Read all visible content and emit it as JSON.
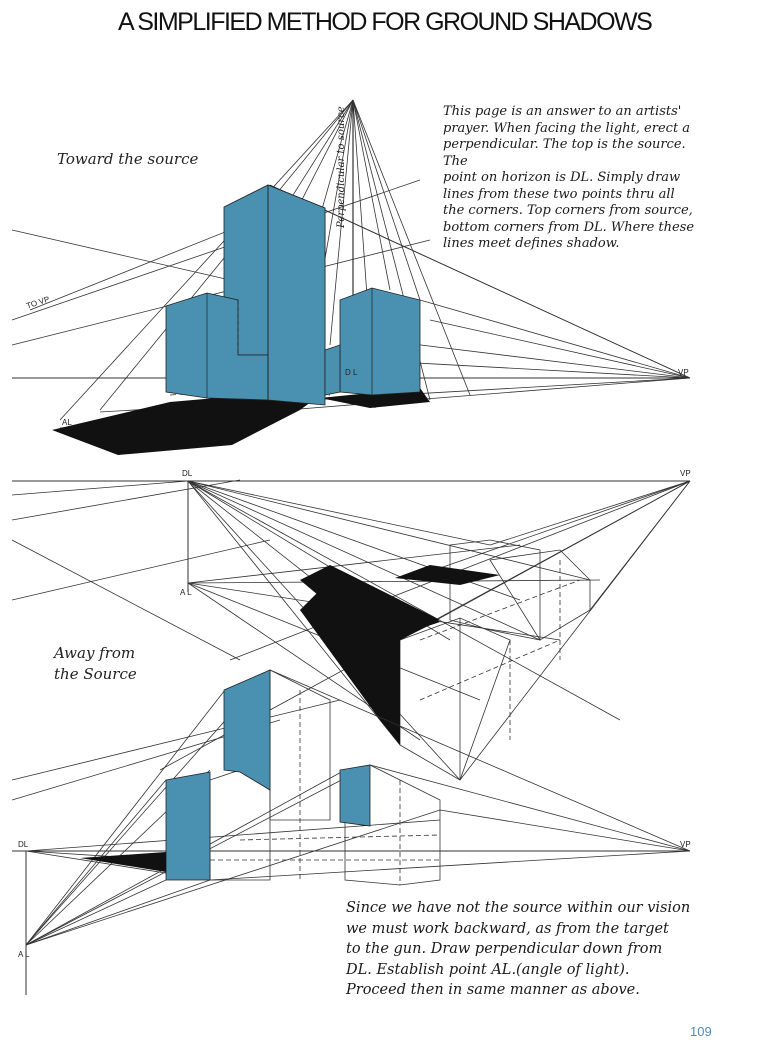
{
  "page": {
    "title": "A SIMPLIFIED METHOD FOR GROUND SHADOWS",
    "page_number": "109"
  },
  "top_figure": {
    "caption": "Toward the source",
    "vertical_label": "Perpendicular to source",
    "note": "This page is an answer to an artists'\nprayer. When facing the light, erect a\nperpendicular. The top is the source. The\npoint on horizon is DL. Simply draw\nlines from these two points thru all\nthe corners. Top corners from source,\nbottom corners from DL. Where these\nlines meet defines shadow.",
    "labels": {
      "to_vp": "TO VP",
      "dl": "D L",
      "al": "AL",
      "vp": "VP"
    }
  },
  "bottom_figure": {
    "caption": "Away from\nthe Source",
    "note": "Since we have not the source within our vision\nwe must work backward, as from the target\nto the gun. Draw perpendicular down from\nDL. Establish point AL.(angle of light).\nProceed then in same manner as above.",
    "labels": {
      "dl_upper": "DL",
      "vp_upper": "VP",
      "al_upper": "A L",
      "dl_lower": "DL",
      "vp_lower": "VP",
      "al_lower": "A L"
    }
  },
  "colors": {
    "fill_blue": "#4a90b0",
    "shadow": "#111111",
    "line": "#333333",
    "page_number": "#4a8fbf"
  }
}
